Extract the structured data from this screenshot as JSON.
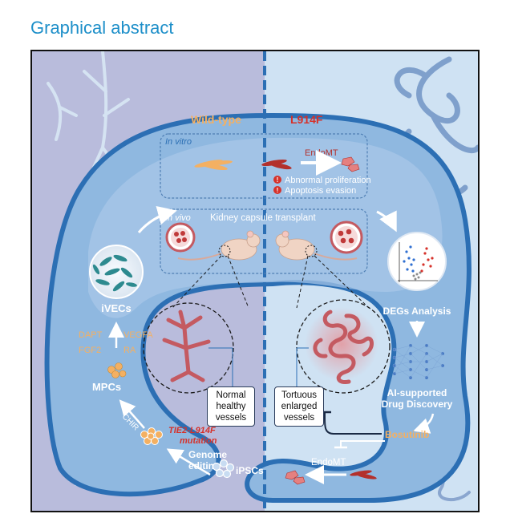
{
  "header": {
    "title": "Graphical abstract"
  },
  "groups": {
    "wild_type": "Wild-type",
    "mutant": "L914F",
    "in_vitro": "In vitro",
    "in_vivo": "In vivo",
    "kidney": "Kidney capsule transplant"
  },
  "left_pathway": {
    "ipscs": "iPSCs",
    "genome_editing_line1": "Genome",
    "genome_editing_line2": "editing",
    "mutation_line1": "TIE2-L914F",
    "mutation_line2": "mutation",
    "chir": "CHIR",
    "mpcs": "MPCs",
    "factor_dapt": "DAPT",
    "factor_vegfa": "VEGFA",
    "factor_fgf2": "FGF2",
    "factor_ra": "RA",
    "ivecs": "iVECs"
  },
  "phenotypes": {
    "endomt": "EndoMT",
    "abnormal_proliferation": "Abnormal proliferation",
    "apoptosis_evasion": "Apoptosis evasion",
    "normal_vessels": [
      "Normal",
      "healthy",
      "vessels"
    ],
    "tortuous_vessels": [
      "Tortuous",
      "enlarged",
      "vessels"
    ]
  },
  "right_pathway": {
    "degs": "DEGs Analysis",
    "ai_line1": "AI-supported",
    "ai_line2": "Drug Discovery",
    "bosutinib": "Bosutinib",
    "endomt_bottom": "EndoMT"
  },
  "colors": {
    "title_blue": "#1d8fc9",
    "left_bg": "#b9bcdc",
    "right_bg": "#c9dff1",
    "band": "#2c6fb4",
    "orange": "#f4b062",
    "mutant_red": "#d6312a",
    "vessel": "#c45a61"
  }
}
